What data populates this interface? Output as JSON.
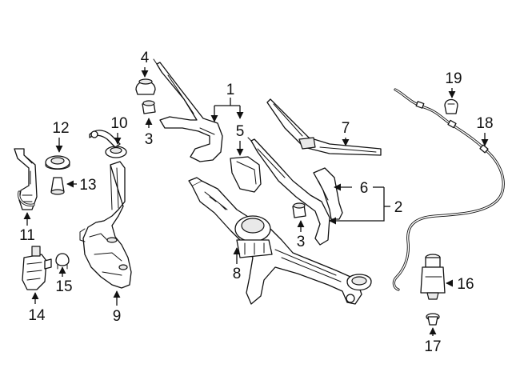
{
  "callouts": {
    "c1": "1",
    "c2": "2",
    "c3a": "3",
    "c3b": "3",
    "c4": "4",
    "c5": "5",
    "c6": "6",
    "c7": "7",
    "c8": "8",
    "c9": "9",
    "c10": "10",
    "c11": "11",
    "c12": "12",
    "c13": "13",
    "c14": "14",
    "c15": "15",
    "c16": "16",
    "c17": "17",
    "c18": "18",
    "c19": "19"
  },
  "colors": {
    "line": "#111111",
    "fill": "#ffffff",
    "shade": "#e9e9e9"
  }
}
